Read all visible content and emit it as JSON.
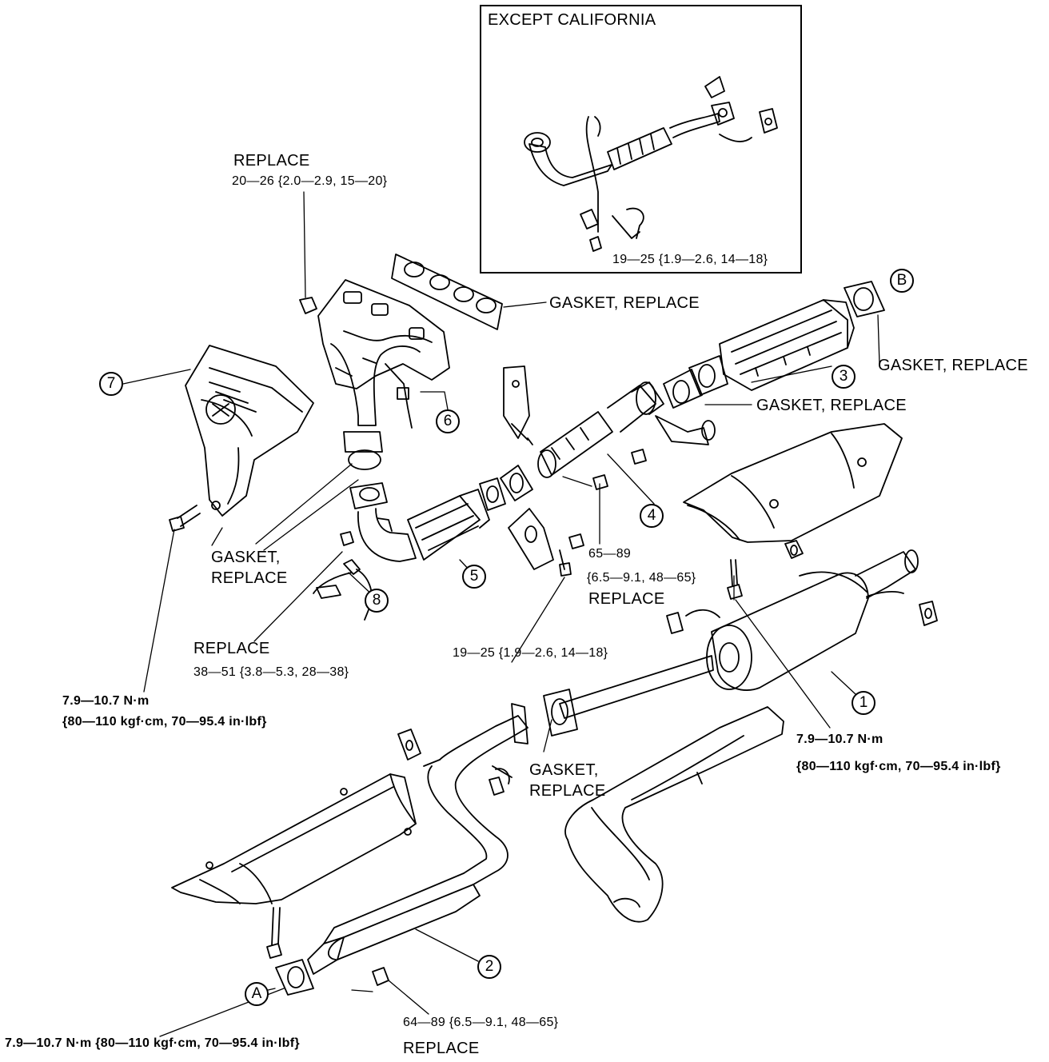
{
  "inset": {
    "title": "EXCEPT CALIFORNIA",
    "torque": "19—25 {1.9—2.6, 14—18}"
  },
  "callouts": {
    "replace_top": "REPLACE",
    "torque_top": "20—26 {2.0—2.9, 15—20}",
    "gasket_manifold": "GASKET, REPLACE",
    "gasket_b": "GASKET, REPLACE",
    "gasket_mid": "GASKET, REPLACE",
    "gasket_left_1": "GASKET,",
    "gasket_left_2": "REPLACE",
    "replace_left": "REPLACE",
    "torque_left": "38—51 {3.8—5.3, 28—38}",
    "torque_bolt_left_1": "7.9—10.7 N·m",
    "torque_bolt_left_2": "{80—110 kgf·cm, 70—95.4 in·lbf}",
    "torque_nut_mid": "65—89",
    "torque_nut_mid_2": "{6.5—9.1, 48—65}",
    "replace_mid": "REPLACE",
    "torque_center": "19—25 {1.9—2.6, 14—18}",
    "torque_bolt_right_1": "7.9—10.7 N·m",
    "torque_bolt_right_2": "{80—110 kgf·cm, 70—95.4 in·lbf}",
    "gasket_lower_1": "GASKET,",
    "gasket_lower_2": "REPLACE",
    "torque_bottom_nut": "64—89 {6.5—9.1, 48—65}",
    "replace_bottom": "REPLACE",
    "torque_bottom_bolt": "7.9—10.7 N·m {80—110 kgf·cm, 70—95.4 in·lbf}"
  },
  "markers": {
    "m1": "1",
    "m2": "2",
    "m3": "3",
    "m4": "4",
    "m5": "5",
    "m6": "6",
    "m7": "7",
    "m8": "8",
    "ma": "A",
    "mb": "B"
  }
}
